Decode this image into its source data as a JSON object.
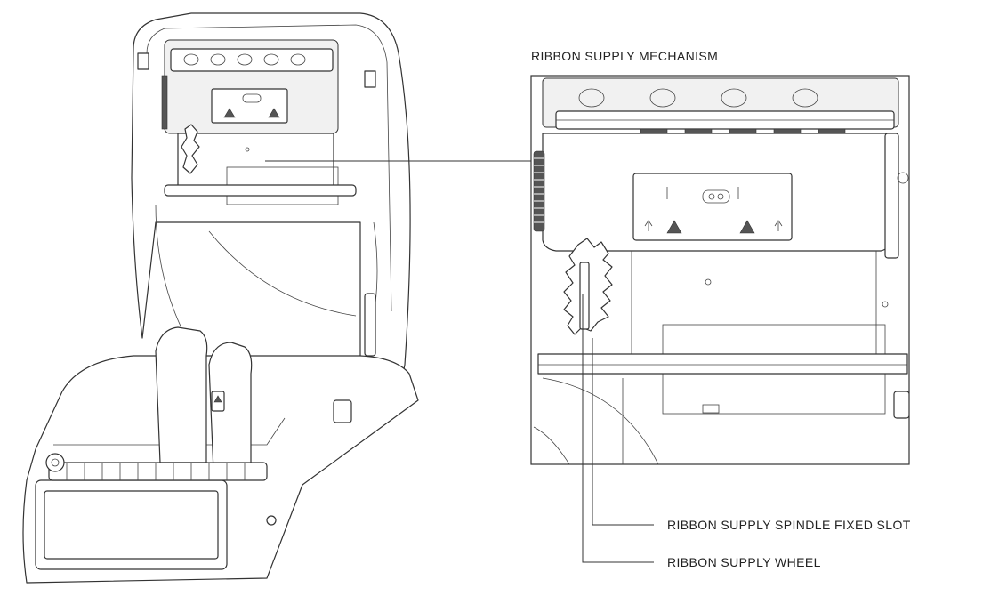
{
  "figure": {
    "detail_title": "RIBBON SUPPLY MECHANISM",
    "callouts": [
      {
        "key": "spindle_slot",
        "text": "RIBBON SUPPLY SPINDLE FIXED SLOT"
      },
      {
        "key": "wheel",
        "text": "RIBBON SUPPLY WHEEL"
      }
    ]
  }
}
